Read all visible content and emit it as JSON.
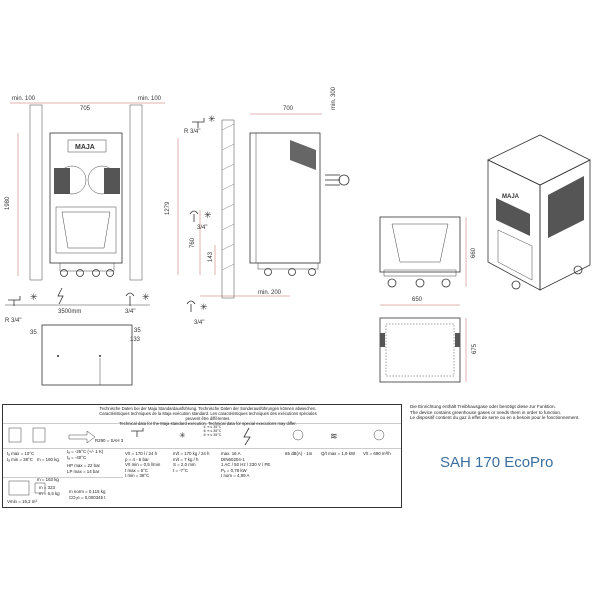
{
  "front_view": {
    "dim_min_left": "min. 100",
    "dim_width": "705",
    "dim_min_right": "min. 100",
    "dim_height": "1980",
    "brand": "MAJA",
    "water_label": "R 3/4\"",
    "drain_label": "3/4\"",
    "dist_label": "3500mm"
  },
  "side_view": {
    "dim_width": "700",
    "dim_min_top": "min. 300",
    "dim_r": "R 3/4\"",
    "dim_height_a": "1279",
    "dim_height_b": "760",
    "dim_height_c": "143",
    "dim_drain": "3/4\"",
    "dim_min_back": "min. 200"
  },
  "bin_front": {
    "dim_height": "660",
    "dim_width": "650"
  },
  "bin_top": {
    "dim_depth": "675"
  },
  "base_view": {
    "dim_a": "35",
    "dim_b": "35",
    "dim_c": "133"
  },
  "spec_table": {
    "header_lines": [
      "Technische Daten bei der Maja Standardausführung. Technische Daten der Sonderausführungen können abweichen.",
      "Caractéristiques techniques de la Maja exécution standard. Les caractéristiques techniques des exécutions spéciales peuvent être différentes.",
      "Technical data for the Maja standard execution. Technical data for special executions may differ."
    ],
    "col1": [
      "tₐ max = 10°C",
      "tₐ min = 38°C"
    ],
    "col2": [
      "m = 160 kg"
    ],
    "col2b": [
      "m = 163 kg"
    ],
    "col3": [
      "tₐ = -25°C (+/- 1 K)",
      "tₐ = -40°C",
      "HP max = 22 bar",
      "LP max = 14 bar"
    ],
    "col3b": [
      "m norm = 0,115 kg",
      "CO₂e = 0,000345 t"
    ],
    "col3_extra": "R290 = SAH 3",
    "col4": [
      "V/t = 170 l / 24 h",
      "p = 4 - 6 bar",
      "V/t min = 0,5 l/min",
      "t max = 5°C",
      "t min = 38°C"
    ],
    "col5": [
      "m/t = 170 kg / 24 h",
      "m/t = 7 kg / h",
      "S = 2,0 mm",
      "t = -7°C"
    ],
    "col5_extra": [
      "① ≡ ≤ 35°C",
      "② ≡ ≤ 35°C",
      "③ ≡ ≤ 35°C"
    ],
    "col6": [
      "max. 16 A",
      "DIN60204-1",
      "1 AC / 50 Hz / 230 V / PE",
      "Pₑ = 0,78 kW",
      "I nom = 4,89 A"
    ],
    "col7": [
      "65 dB(A) · 1m"
    ],
    "col8": [
      "Q/t max = 1,9 kW"
    ],
    "col9": [
      "V/t = 690 m³/h"
    ],
    "col1b": [
      "m = 323",
      "m = 6,5 kg",
      "Vmin = 15,2 m³"
    ]
  },
  "notes": [
    "Die Einrichtung enthält Treibhausgase oder benötigt diese zur Funktion.",
    "The device contains greenhouse gases or needs them in order to function.",
    "Le dispositif contient du gaz à effet de serre ou en a besoin pour le fonctionnement."
  ],
  "model_name": "SAH 170 EcoPro",
  "colors": {
    "accent": "#3a6fa0",
    "dimension": "#b04040"
  }
}
